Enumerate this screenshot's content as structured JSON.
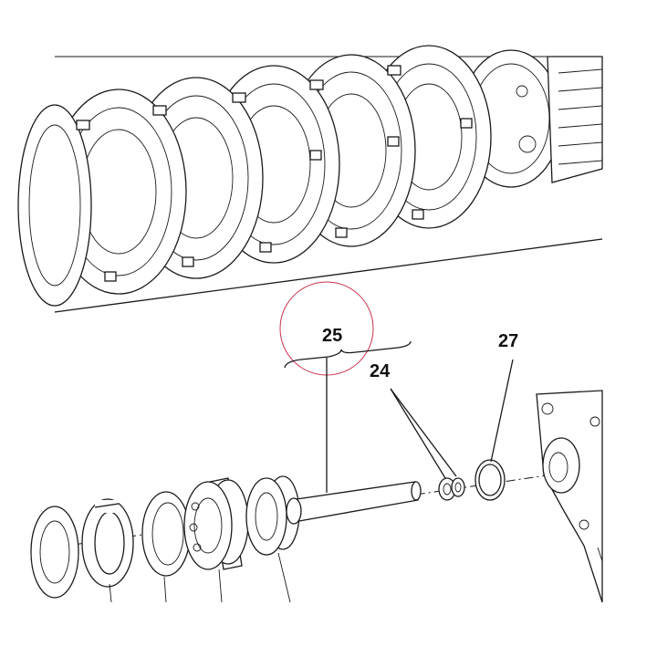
{
  "callouts": {
    "label_25": "25",
    "label_24": "24",
    "label_27": "27"
  },
  "colors": {
    "line": "#1a1a1a",
    "highlight_circle": "#c8324a",
    "background": "#ffffff"
  }
}
